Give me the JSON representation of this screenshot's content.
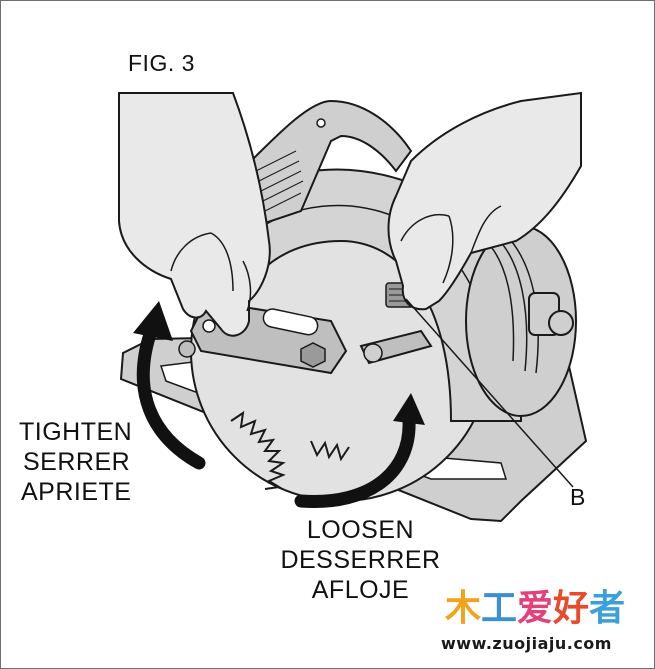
{
  "figure": {
    "title": "FIG. 3",
    "callout": "B"
  },
  "tighten_labels": [
    "TIGHTEN",
    "SERRER",
    "APRIETE"
  ],
  "loosen_labels": [
    "LOOSEN",
    "DESSERRER",
    "AFLOJE"
  ],
  "watermark": {
    "logo_chars": [
      "木",
      "工",
      "爱",
      "好",
      "者"
    ],
    "logo_colors": [
      "#f2a31b",
      "#3b8fd6",
      "#e4407a",
      "#e94a2a",
      "#3aa0db"
    ],
    "url": "www.zuojiaju.com"
  },
  "colors": {
    "tool_fill": "#d8d8d8",
    "hand_fill": "#e9e9e9",
    "outline": "#1a1a1a",
    "arrow": "#111111"
  }
}
